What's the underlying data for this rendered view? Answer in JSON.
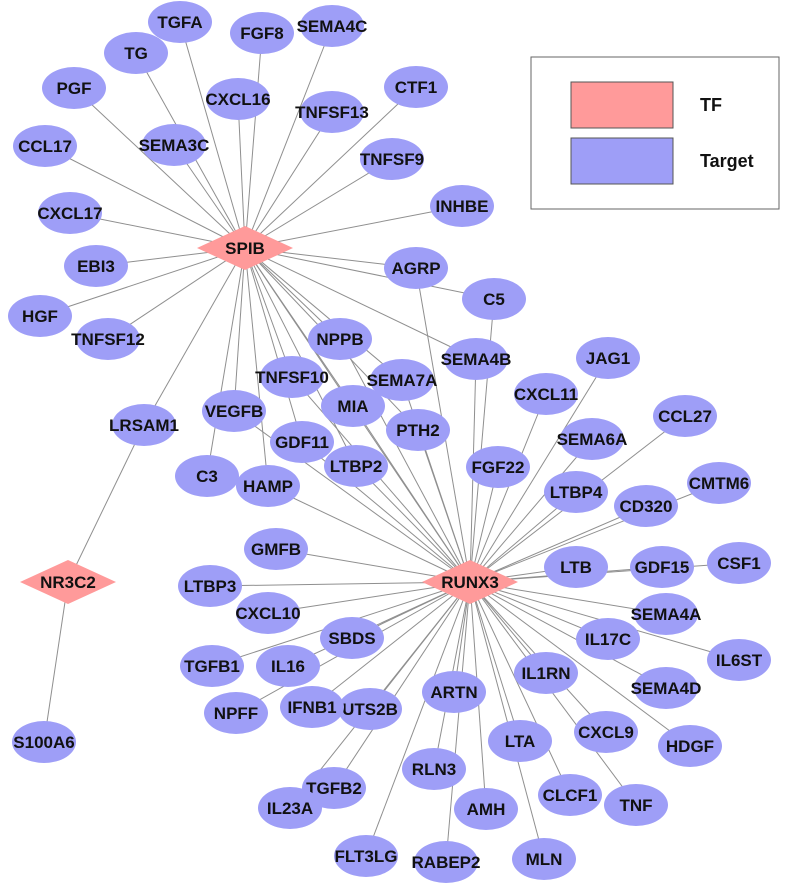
{
  "colors": {
    "tf": "#ff9a9a",
    "target": "#9e9ef7",
    "edge": "#8f8f8f",
    "outline": "#555555"
  },
  "legend": {
    "items": [
      {
        "label": "TF",
        "kind": "tf"
      },
      {
        "label": "Target",
        "kind": "target"
      }
    ]
  },
  "tfs": [
    "SPIB",
    "RUNX3",
    "NR3C2"
  ],
  "nodes": [
    {
      "id": "SPIB",
      "kind": "tf"
    },
    {
      "id": "RUNX3",
      "kind": "tf"
    },
    {
      "id": "NR3C2",
      "kind": "tf"
    },
    {
      "id": "TGFA",
      "kind": "target"
    },
    {
      "id": "FGF8",
      "kind": "target"
    },
    {
      "id": "SEMA4C",
      "kind": "target"
    },
    {
      "id": "TG",
      "kind": "target"
    },
    {
      "id": "PGF",
      "kind": "target"
    },
    {
      "id": "CXCL16",
      "kind": "target"
    },
    {
      "id": "CTF1",
      "kind": "target"
    },
    {
      "id": "TNFSF13",
      "kind": "target"
    },
    {
      "id": "CCL17",
      "kind": "target"
    },
    {
      "id": "SEMA3C",
      "kind": "target"
    },
    {
      "id": "TNFSF9",
      "kind": "target"
    },
    {
      "id": "CXCL17",
      "kind": "target"
    },
    {
      "id": "INHBE",
      "kind": "target"
    },
    {
      "id": "EBI3",
      "kind": "target"
    },
    {
      "id": "AGRP",
      "kind": "target"
    },
    {
      "id": "C5",
      "kind": "target"
    },
    {
      "id": "HGF",
      "kind": "target"
    },
    {
      "id": "TNFSF12",
      "kind": "target"
    },
    {
      "id": "NPPB",
      "kind": "target"
    },
    {
      "id": "SEMA4B",
      "kind": "target"
    },
    {
      "id": "JAG1",
      "kind": "target"
    },
    {
      "id": "TNFSF10",
      "kind": "target"
    },
    {
      "id": "SEMA7A",
      "kind": "target"
    },
    {
      "id": "LRSAM1",
      "kind": "target"
    },
    {
      "id": "VEGFB",
      "kind": "target"
    },
    {
      "id": "MIA",
      "kind": "target"
    },
    {
      "id": "CXCL11",
      "kind": "target"
    },
    {
      "id": "GDF11",
      "kind": "target"
    },
    {
      "id": "PTH2",
      "kind": "target"
    },
    {
      "id": "SEMA6A",
      "kind": "target"
    },
    {
      "id": "CCL27",
      "kind": "target"
    },
    {
      "id": "LTBP2",
      "kind": "target"
    },
    {
      "id": "C3",
      "kind": "target"
    },
    {
      "id": "HAMP",
      "kind": "target"
    },
    {
      "id": "FGF22",
      "kind": "target"
    },
    {
      "id": "LTBP4",
      "kind": "target"
    },
    {
      "id": "CMTM6",
      "kind": "target"
    },
    {
      "id": "CD320",
      "kind": "target"
    },
    {
      "id": "GMFB",
      "kind": "target"
    },
    {
      "id": "LTB",
      "kind": "target"
    },
    {
      "id": "GDF15",
      "kind": "target"
    },
    {
      "id": "CSF1",
      "kind": "target"
    },
    {
      "id": "LTBP3",
      "kind": "target"
    },
    {
      "id": "CXCL10",
      "kind": "target"
    },
    {
      "id": "SEMA4A",
      "kind": "target"
    },
    {
      "id": "SBDS",
      "kind": "target"
    },
    {
      "id": "IL17C",
      "kind": "target"
    },
    {
      "id": "IL6ST",
      "kind": "target"
    },
    {
      "id": "TGFB1",
      "kind": "target"
    },
    {
      "id": "IL16",
      "kind": "target"
    },
    {
      "id": "IL1RN",
      "kind": "target"
    },
    {
      "id": "SEMA4D",
      "kind": "target"
    },
    {
      "id": "UTS2B",
      "kind": "target"
    },
    {
      "id": "ARTN",
      "kind": "target"
    },
    {
      "id": "NPFF",
      "kind": "target"
    },
    {
      "id": "IFNB1",
      "kind": "target"
    },
    {
      "id": "CXCL9",
      "kind": "target"
    },
    {
      "id": "HDGF",
      "kind": "target"
    },
    {
      "id": "LTA",
      "kind": "target"
    },
    {
      "id": "S100A6",
      "kind": "target"
    },
    {
      "id": "RLN3",
      "kind": "target"
    },
    {
      "id": "TGFB2",
      "kind": "target"
    },
    {
      "id": "CLCF1",
      "kind": "target"
    },
    {
      "id": "TNF",
      "kind": "target"
    },
    {
      "id": "IL23A",
      "kind": "target"
    },
    {
      "id": "AMH",
      "kind": "target"
    },
    {
      "id": "FLT3LG",
      "kind": "target"
    },
    {
      "id": "RABEP2",
      "kind": "target"
    },
    {
      "id": "MLN",
      "kind": "target"
    }
  ],
  "edges": [
    [
      "SPIB",
      "TGFA"
    ],
    [
      "SPIB",
      "FGF8"
    ],
    [
      "SPIB",
      "SEMA4C"
    ],
    [
      "SPIB",
      "TG"
    ],
    [
      "SPIB",
      "PGF"
    ],
    [
      "SPIB",
      "CXCL16"
    ],
    [
      "SPIB",
      "CTF1"
    ],
    [
      "SPIB",
      "TNFSF13"
    ],
    [
      "SPIB",
      "CCL17"
    ],
    [
      "SPIB",
      "SEMA3C"
    ],
    [
      "SPIB",
      "TNFSF9"
    ],
    [
      "SPIB",
      "CXCL17"
    ],
    [
      "SPIB",
      "INHBE"
    ],
    [
      "SPIB",
      "EBI3"
    ],
    [
      "SPIB",
      "AGRP"
    ],
    [
      "SPIB",
      "C5"
    ],
    [
      "SPIB",
      "HGF"
    ],
    [
      "SPIB",
      "TNFSF12"
    ],
    [
      "SPIB",
      "NPPB"
    ],
    [
      "SPIB",
      "SEMA4B"
    ],
    [
      "SPIB",
      "TNFSF10"
    ],
    [
      "SPIB",
      "SEMA7A"
    ],
    [
      "SPIB",
      "VEGFB"
    ],
    [
      "SPIB",
      "MIA"
    ],
    [
      "SPIB",
      "GDF11"
    ],
    [
      "SPIB",
      "PTH2"
    ],
    [
      "SPIB",
      "LTBP2"
    ],
    [
      "SPIB",
      "C3"
    ],
    [
      "SPIB",
      "HAMP"
    ],
    [
      "SPIB",
      "LRSAM1"
    ],
    [
      "SPIB",
      "RUNX3"
    ],
    [
      "NR3C2",
      "LRSAM1"
    ],
    [
      "NR3C2",
      "S100A6"
    ],
    [
      "RUNX3",
      "AGRP"
    ],
    [
      "RUNX3",
      "C5"
    ],
    [
      "RUNX3",
      "NPPB"
    ],
    [
      "RUNX3",
      "SEMA4B"
    ],
    [
      "RUNX3",
      "JAG1"
    ],
    [
      "RUNX3",
      "TNFSF10"
    ],
    [
      "RUNX3",
      "SEMA7A"
    ],
    [
      "RUNX3",
      "VEGFB"
    ],
    [
      "RUNX3",
      "MIA"
    ],
    [
      "RUNX3",
      "CXCL11"
    ],
    [
      "RUNX3",
      "GDF11"
    ],
    [
      "RUNX3",
      "PTH2"
    ],
    [
      "RUNX3",
      "SEMA6A"
    ],
    [
      "RUNX3",
      "CCL27"
    ],
    [
      "RUNX3",
      "LTBP2"
    ],
    [
      "RUNX3",
      "HAMP"
    ],
    [
      "RUNX3",
      "FGF22"
    ],
    [
      "RUNX3",
      "LTBP4"
    ],
    [
      "RUNX3",
      "CMTM6"
    ],
    [
      "RUNX3",
      "CD320"
    ],
    [
      "RUNX3",
      "GMFB"
    ],
    [
      "RUNX3",
      "LTB"
    ],
    [
      "RUNX3",
      "GDF15"
    ],
    [
      "RUNX3",
      "CSF1"
    ],
    [
      "RUNX3",
      "LTBP3"
    ],
    [
      "RUNX3",
      "CXCL10"
    ],
    [
      "RUNX3",
      "SEMA4A"
    ],
    [
      "RUNX3",
      "SBDS"
    ],
    [
      "RUNX3",
      "IL17C"
    ],
    [
      "RUNX3",
      "IL6ST"
    ],
    [
      "RUNX3",
      "TGFB1"
    ],
    [
      "RUNX3",
      "IL16"
    ],
    [
      "RUNX3",
      "IL1RN"
    ],
    [
      "RUNX3",
      "SEMA4D"
    ],
    [
      "RUNX3",
      "UTS2B"
    ],
    [
      "RUNX3",
      "ARTN"
    ],
    [
      "RUNX3",
      "NPFF"
    ],
    [
      "RUNX3",
      "IFNB1"
    ],
    [
      "RUNX3",
      "CXCL9"
    ],
    [
      "RUNX3",
      "HDGF"
    ],
    [
      "RUNX3",
      "LTA"
    ],
    [
      "RUNX3",
      "RLN3"
    ],
    [
      "RUNX3",
      "TGFB2"
    ],
    [
      "RUNX3",
      "CLCF1"
    ],
    [
      "RUNX3",
      "TNF"
    ],
    [
      "RUNX3",
      "IL23A"
    ],
    [
      "RUNX3",
      "AMH"
    ],
    [
      "RUNX3",
      "FLT3LG"
    ],
    [
      "RUNX3",
      "RABEP2"
    ],
    [
      "RUNX3",
      "MLN"
    ]
  ]
}
